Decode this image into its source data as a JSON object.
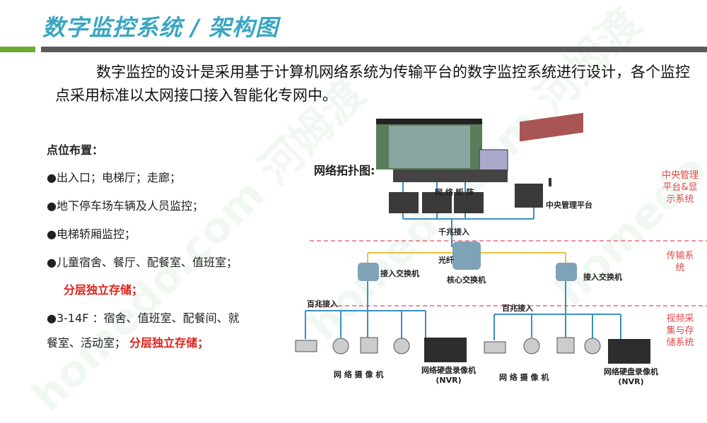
{
  "header": {
    "title": "数字监控系统 / 架构图"
  },
  "intro": "数字监控的设计是采用基于计算机网络系统为传输平台的数字监控系统进行设计，各个监控点采用标准以太网接口接入智能化专网中。",
  "points": {
    "heading": "点位布置：",
    "items": [
      "●出入口；电梯厅；走廊；",
      "●地下停车场车辆及人员监控；",
      "●电梯轿厢监控；",
      "●儿童宿舍、餐厅、配餐室、值班室；"
    ],
    "storage1": "分层独立存储；",
    "item5a": "●3-14F ：宿舍、值班室、配餐间、就",
    "item5b": "餐室、活动室；",
    "storage2": "分层独立存储；"
  },
  "diagram": {
    "topology_label": "网络拓扑图:",
    "matrix": "网 络 矩 阵",
    "central_platform": "中央管理平台",
    "gigabit": "千兆接入",
    "fiber": "光纤",
    "access_switch_left": "接入交换机",
    "core_switch": "核心交换机",
    "access_switch_right": "接入交换机",
    "fast_left": "百兆接入",
    "fast_right": "百兆接入",
    "camera_left": "网 络 摄 像 机",
    "nvr_left": "网络硬盘录像机",
    "nvr_left_sub": "(NVR)",
    "camera_right": "网 络 摄 像 机",
    "nvr_right": "网络硬盘录像机",
    "nvr_right_sub": "(NVR)",
    "layers": [
      "中央管理平台&显示系统",
      "传输系统",
      "视频采集与存储系统"
    ]
  },
  "watermark": "homedo.com 河姆渡"
}
